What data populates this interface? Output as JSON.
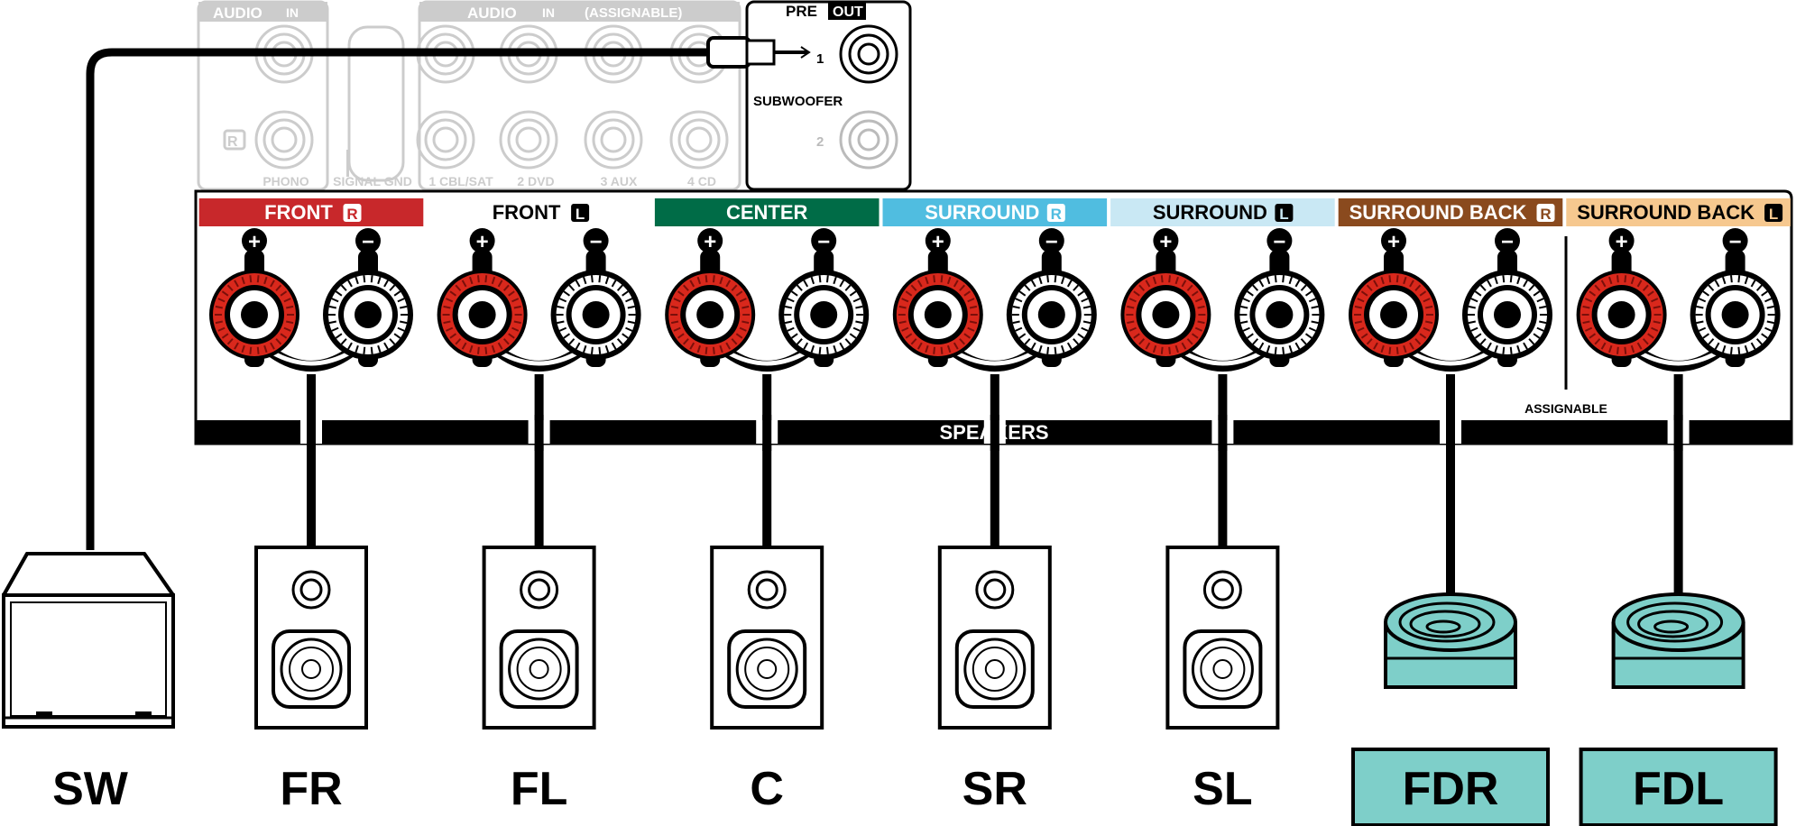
{
  "inputs_panel": {
    "audio_in_1": {
      "label": "AUDIO",
      "badge": "IN"
    },
    "audio_in_2": {
      "label": "AUDIO",
      "badge": "IN",
      "note": "(ASSIGNABLE)"
    },
    "r_mark": "R",
    "jacks": [
      "PHONO",
      "SIGNAL GND",
      "1 CBL/SAT",
      "2 DVD",
      "3 AUX",
      "4 CD"
    ]
  },
  "preout": {
    "title": "PRE",
    "badge": "OUT",
    "label": "SUBWOOFER",
    "ports": [
      "1",
      "2"
    ]
  },
  "speaker_panel": {
    "title": "SPEAKERS",
    "assignable": "ASSIGNABLE",
    "plus_symbol": "+",
    "minus_symbol": "−",
    "channels": [
      {
        "label": "FRONT",
        "side": "R",
        "color": "#c8282b",
        "text_color": "#ffffff"
      },
      {
        "label": "FRONT",
        "side": "L",
        "color": "#ffffff",
        "text_color": "#000000"
      },
      {
        "label": "CENTER",
        "side": "",
        "color": "#006c47",
        "text_color": "#ffffff"
      },
      {
        "label": "SURROUND",
        "side": "R",
        "color": "#50bde0",
        "text_color": "#ffffff"
      },
      {
        "label": "SURROUND",
        "side": "L",
        "color": "#c9e8f4",
        "text_color": "#000000"
      },
      {
        "label": "SURROUND BACK",
        "side": "R",
        "color": "#8a4a1e",
        "text_color": "#ffffff"
      },
      {
        "label": "SURROUND BACK",
        "side": "L",
        "color": "#f6c88f",
        "text_color": "#000000"
      }
    ]
  },
  "speakers": [
    {
      "label": "SW",
      "kind": "subwoofer",
      "boxed": false
    },
    {
      "label": "FR",
      "kind": "floor",
      "boxed": false
    },
    {
      "label": "FL",
      "kind": "floor",
      "boxed": false
    },
    {
      "label": "C",
      "kind": "floor",
      "boxed": false
    },
    {
      "label": "SR",
      "kind": "floor",
      "boxed": false
    },
    {
      "label": "SL",
      "kind": "floor",
      "boxed": false
    },
    {
      "label": "FDR",
      "kind": "dolby",
      "boxed": true
    },
    {
      "label": "FDL",
      "kind": "dolby",
      "boxed": true
    }
  ],
  "colors": {
    "terminal_red": "#d9281c",
    "dolby_teal": "#7ecfc9",
    "faint_gray": "#cccccc"
  }
}
